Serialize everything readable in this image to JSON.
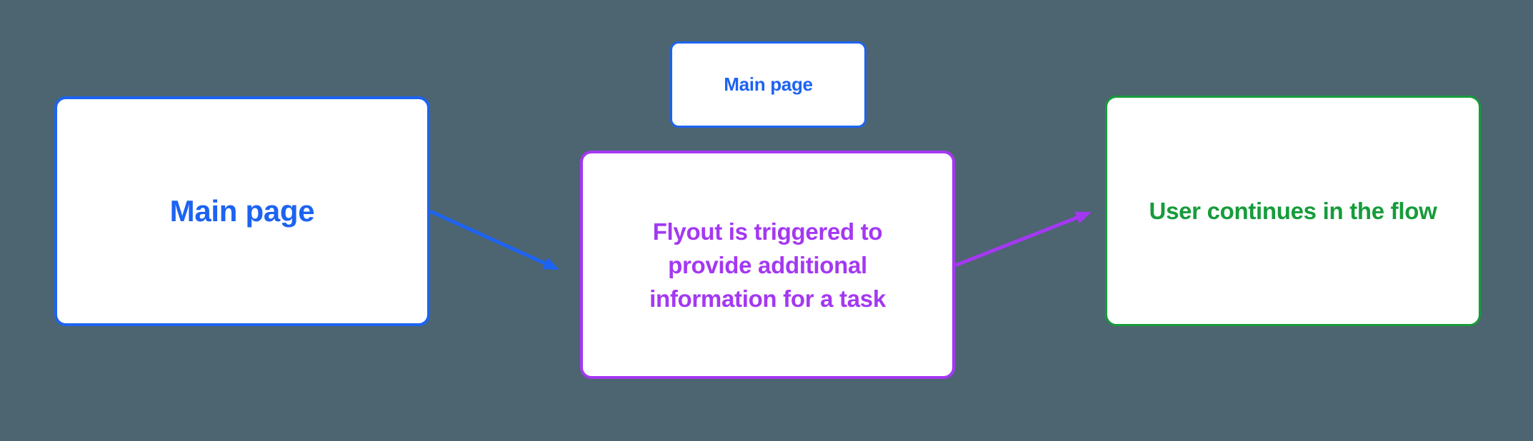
{
  "diagram": {
    "nodes": [
      {
        "id": "main-page",
        "label": "Main page"
      },
      {
        "id": "main-page-mini",
        "label": "Main page"
      },
      {
        "id": "flyout",
        "label": "Flyout is triggered to\nprovide additional\ninformation for a task"
      },
      {
        "id": "continue-flow",
        "label": "User continues in the flow"
      }
    ],
    "connectors": [
      {
        "id": "blue-arrow",
        "from": "main-page",
        "to": "flyout",
        "color": "#1D63F2"
      },
      {
        "id": "purple-arrow",
        "from": "flyout",
        "to": "continue-flow",
        "color": "#A438F2"
      }
    ]
  },
  "colors": {
    "blue": "#1D63F2",
    "purple": "#A438F2",
    "green": "#169C3B",
    "bg": "#4C6570",
    "node_fill": "#FFFFFF"
  }
}
